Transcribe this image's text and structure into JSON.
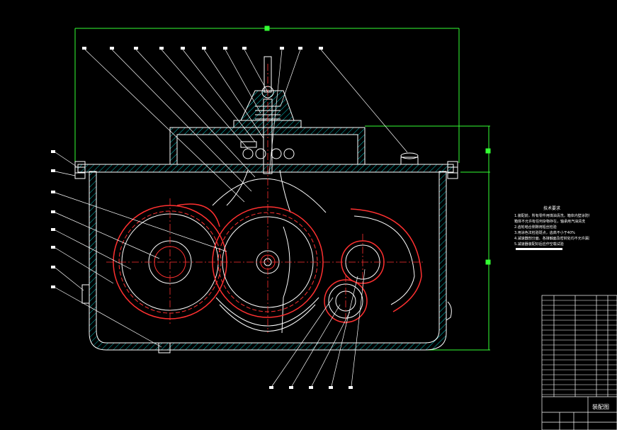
{
  "drawing": {
    "title_block_label": "装配图",
    "notes_title": "技术要求",
    "notes_lines": [
      "1.装配前，所有零件用煤油清洗，箱体内壁涂防锈油漆",
      "箱体不允许有任何杂物存在，轴承用汽油清洗",
      "2.齿轮啮合侧隙用铅丝检验",
      "3.用涂色法检验斑点，齿高不小于40%",
      "4.减速器剖分面、各接触面及密封处均不允许漏油",
      "5.减速器装配好后应作空载试验"
    ]
  },
  "colors": {
    "outline": "#ffffff",
    "centerline": "#ff3030",
    "dimension": "#33ff33",
    "hatch": "#00c8c8",
    "leader": "#ffffff"
  }
}
